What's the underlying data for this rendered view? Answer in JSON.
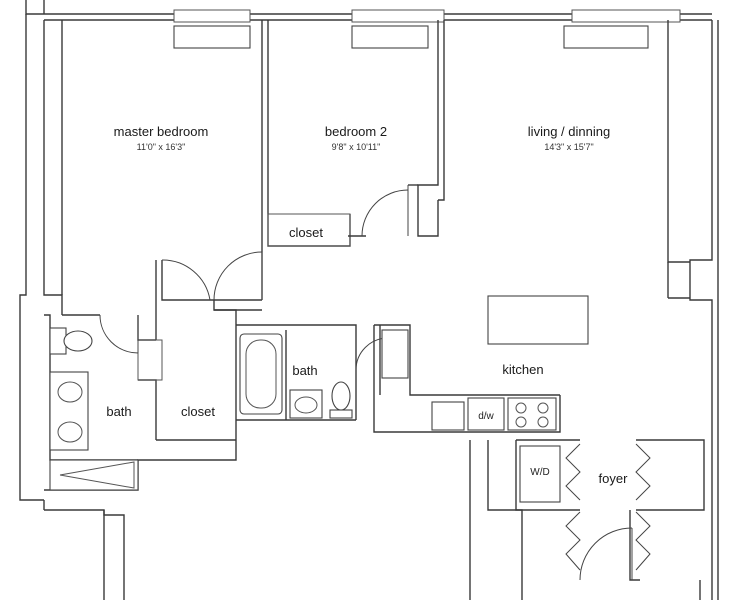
{
  "rooms": {
    "master_bedroom": {
      "label": "master bedroom",
      "dims": "11'0\" x 16'3\""
    },
    "bedroom_2": {
      "label": "bedroom 2",
      "dims": "9'8\" x 10'11\""
    },
    "living": {
      "label": "living / dinning",
      "dims": "14'3\" x 15'7\""
    },
    "closet_bed2": {
      "label": "closet"
    },
    "kitchen": {
      "label": "kitchen"
    },
    "bath_center": {
      "label": "bath"
    },
    "bath_left": {
      "label": "bath"
    },
    "closet_master": {
      "label": "closet"
    },
    "foyer": {
      "label": "foyer"
    },
    "washer_dryer": {
      "label": "W/D"
    },
    "dishwasher": {
      "label": "d/w"
    }
  }
}
